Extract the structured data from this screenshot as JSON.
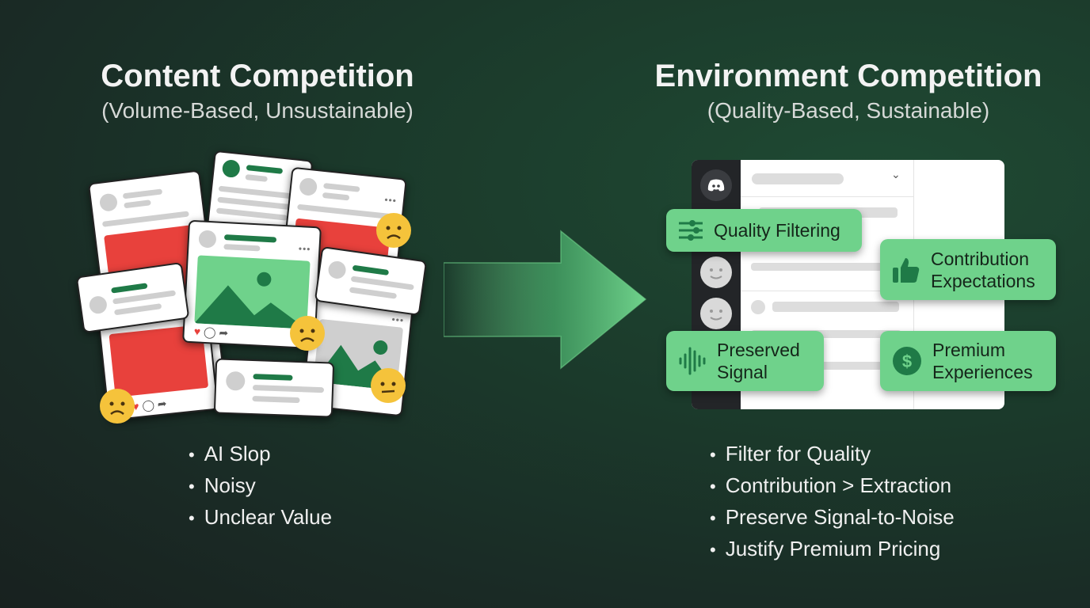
{
  "left": {
    "title": "Content Competition",
    "subtitle": "(Volume-Based, Unsustainable)",
    "bullets": [
      "AI Slop",
      "Noisy",
      "Unclear Value"
    ]
  },
  "right": {
    "title": "Environment Competition",
    "subtitle": "(Quality-Based, Sustainable)",
    "chips": {
      "filter": "Quality Filtering",
      "contribution": [
        "Contribution",
        "Expectations"
      ],
      "signal": [
        "Preserved",
        "Signal"
      ],
      "premium": [
        "Premium",
        "Experiences"
      ]
    },
    "bullets": [
      "Filter for Quality",
      "Contribution > Extraction",
      "Preserve Signal-to-Noise",
      "Justify Premium Pricing"
    ]
  },
  "colors": {
    "accent": "#6fd28b",
    "dark_green": "#1f7a47",
    "red": "#e8413c"
  }
}
